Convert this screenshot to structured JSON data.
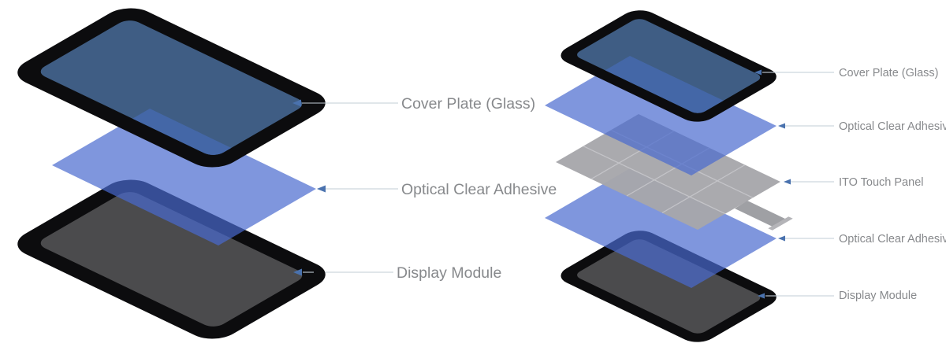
{
  "left_diagram": {
    "labels": {
      "cover_plate": "Cover Plate (Glass)",
      "oca": "Optical Clear Adhesive",
      "display_module": "Display Module"
    }
  },
  "right_diagram": {
    "labels": {
      "cover_plate": "Cover Plate (Glass)",
      "oca_top": "Optical Clear Adhesive",
      "ito": "ITO Touch Panel",
      "oca_bottom": "Optical Clear Adhesive",
      "display_module": "Display Module"
    }
  },
  "colors": {
    "bezel": "#0c0c0e",
    "glass": "#3f5d84",
    "display": "#4b4b4d",
    "oca": "#496ace",
    "oca_tint": "#4568ab",
    "ito": "#a7a7ab",
    "ito_grid": "#c7c7cb",
    "ito_tail": "#9fa0a4",
    "ito_connector": "#b4b4b8",
    "arrow": "#4a72ae",
    "leader_line": "#c2cdd6",
    "label_text": "#87898c"
  }
}
